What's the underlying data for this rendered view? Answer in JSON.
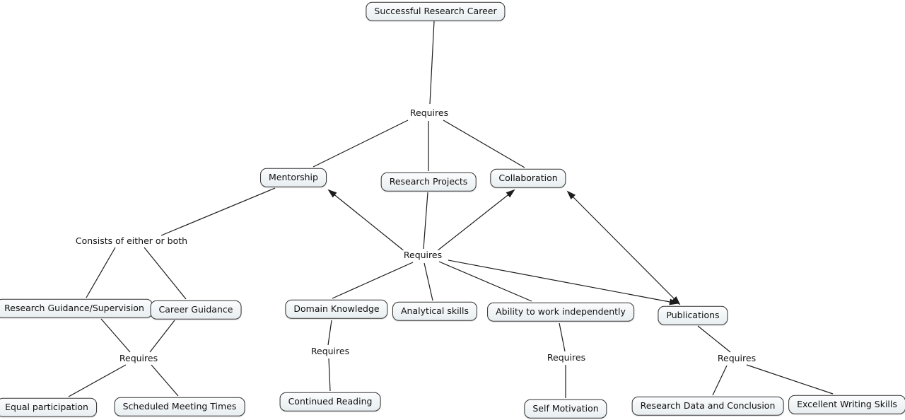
{
  "diagram": {
    "type": "concept-map",
    "colors": {
      "background": "#ffffff",
      "node_fill_top": "#fbfcfd",
      "node_fill_bottom": "#e8eef1",
      "node_border": "#333333",
      "node_text": "#111111",
      "line": "#1c1c1c"
    },
    "nodes": [
      {
        "id": "successful-research-career",
        "label": "Successful Research Career"
      },
      {
        "id": "mentorship",
        "label": "Mentorship"
      },
      {
        "id": "research-projects",
        "label": "Research Projects"
      },
      {
        "id": "collaboration",
        "label": "Collaboration"
      },
      {
        "id": "research-guidance-supervision",
        "label": "Research Guidance/Supervision"
      },
      {
        "id": "career-guidance",
        "label": "Career Guidance"
      },
      {
        "id": "domain-knowledge",
        "label": "Domain Knowledge"
      },
      {
        "id": "analytical-skills",
        "label": "Analytical skills"
      },
      {
        "id": "ability-to-work-independently",
        "label": "Ability to work independently"
      },
      {
        "id": "publications",
        "label": "Publications"
      },
      {
        "id": "equal-participation",
        "label": "Equal participation"
      },
      {
        "id": "scheduled-meeting-times",
        "label": "Scheduled Meeting Times"
      },
      {
        "id": "continued-reading",
        "label": "Continued Reading"
      },
      {
        "id": "self-motivation",
        "label": "Self Motivation"
      },
      {
        "id": "research-data-and-conclusion",
        "label": "Research Data and Conclusion"
      },
      {
        "id": "excellent-writing-skills",
        "label": "Excellent Writing Skills"
      }
    ],
    "link_labels": [
      {
        "id": "requires-top",
        "text": "Requires"
      },
      {
        "id": "consists-of-either-or-both",
        "text": "Consists of either or both"
      },
      {
        "id": "requires-center",
        "text": "Requires"
      },
      {
        "id": "requires-guidance-children",
        "text": "Requires"
      },
      {
        "id": "requires-domain-knowledge",
        "text": "Requires"
      },
      {
        "id": "requires-independence",
        "text": "Requires"
      },
      {
        "id": "requires-publications",
        "text": "Requires"
      }
    ]
  }
}
